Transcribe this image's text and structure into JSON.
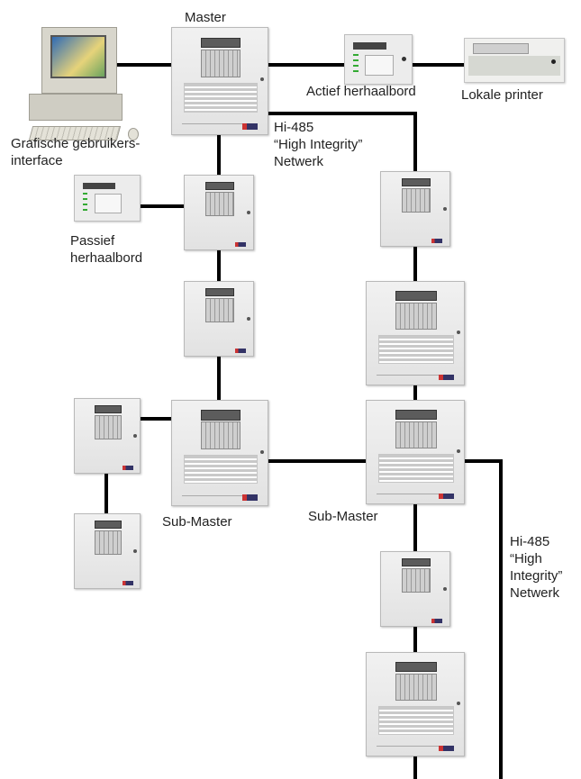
{
  "labels": {
    "master": "Master",
    "active_repeater": "Actief herhaalbord",
    "local_printer": "Lokale printer",
    "gui_line1": "Grafische gebruikers-",
    "gui_line2": "interface",
    "network1_line1": "Hi-485",
    "network1_line2": "“High Integrity”",
    "network1_line3": "Netwerk",
    "passive_line1": "Passief",
    "passive_line2": "herhaalbord",
    "submaster_left": "Sub-Master",
    "submaster_right": "Sub-Master",
    "network2_line1": "Hi-485",
    "network2_line2": "“High",
    "network2_line3": "Integrity”",
    "network2_line4": "Netwerk"
  },
  "colors": {
    "wire": "#000000"
  }
}
